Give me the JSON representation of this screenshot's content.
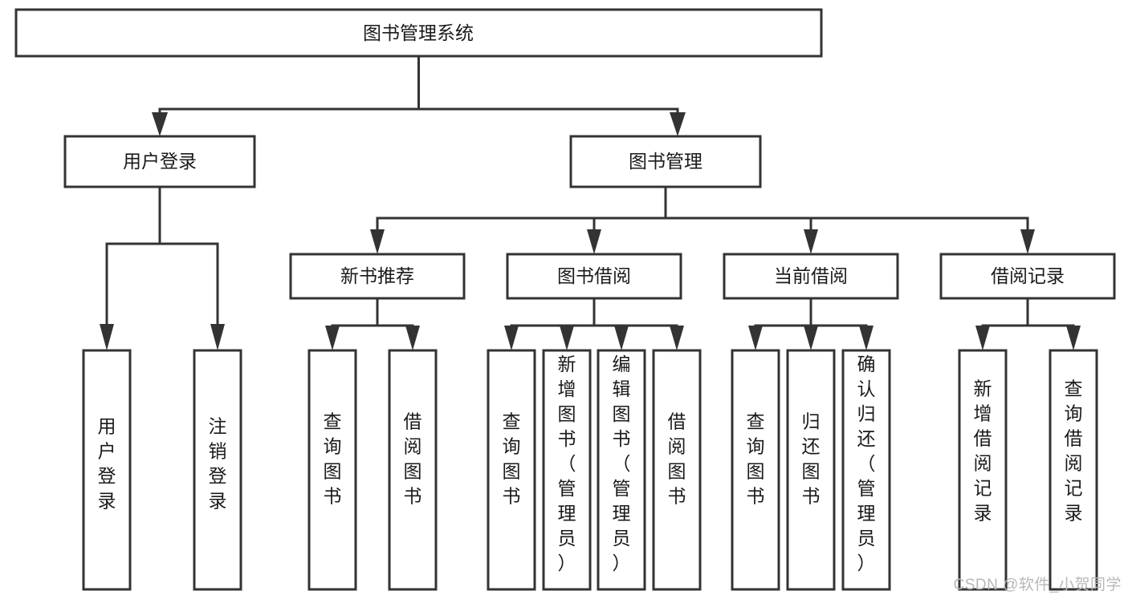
{
  "diagram": {
    "type": "tree-flowchart",
    "title": "图书管理系统",
    "watermark": "CSDN @软件_小贺同学",
    "colors": {
      "stroke": "#333333",
      "fill": "#ffffff",
      "text": "#1a1a1a",
      "watermark": "#b8b8b8"
    },
    "root": {
      "label": "图书管理系统"
    },
    "level2": [
      {
        "id": "user-login",
        "label": "用户登录"
      },
      {
        "id": "book-manage",
        "label": "图书管理"
      }
    ],
    "level3": [
      {
        "id": "new-book-recommend",
        "label": "新书推荐",
        "parent": "book-manage"
      },
      {
        "id": "book-borrow",
        "label": "图书借阅",
        "parent": "book-manage"
      },
      {
        "id": "current-borrow",
        "label": "当前借阅",
        "parent": "book-manage"
      },
      {
        "id": "borrow-record",
        "label": "借阅记录",
        "parent": "book-manage"
      }
    ],
    "leaves": {
      "user-login": [
        {
          "id": "leaf-user-login",
          "label": "用户登录"
        },
        {
          "id": "leaf-user-logout",
          "label": "注销登录"
        }
      ],
      "new-book-recommend": [
        {
          "id": "leaf-query-book-1",
          "label": "查询图书"
        },
        {
          "id": "leaf-borrow-book-1",
          "label": "借阅图书"
        }
      ],
      "book-borrow": [
        {
          "id": "leaf-query-book-2",
          "label": "查询图书"
        },
        {
          "id": "leaf-add-book",
          "label": "新增图书（管理员）"
        },
        {
          "id": "leaf-edit-book",
          "label": "编辑图书（管理员）"
        },
        {
          "id": "leaf-borrow-book-2",
          "label": "借阅图书"
        }
      ],
      "current-borrow": [
        {
          "id": "leaf-query-book-3",
          "label": "查询图书"
        },
        {
          "id": "leaf-return-book",
          "label": "归还图书"
        },
        {
          "id": "leaf-confirm-return",
          "label": "确认归还（管理员）"
        }
      ],
      "borrow-record": [
        {
          "id": "leaf-add-record",
          "label": "新增借阅记录"
        },
        {
          "id": "leaf-query-record",
          "label": "查询借阅记录"
        }
      ]
    }
  }
}
